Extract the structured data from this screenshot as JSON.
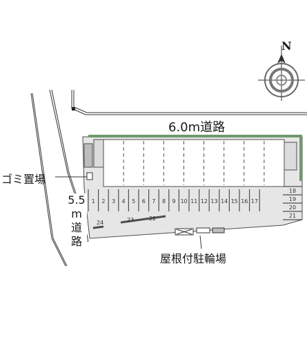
{
  "compass": {
    "north_label": "N",
    "icon": "north-arrow-compass-icon"
  },
  "roads": {
    "top": {
      "label": "6.0m道路"
    },
    "left": {
      "label": "5.5m道路"
    }
  },
  "labels": {
    "garbage": "ゴミ置場",
    "covered_bike_parking": "屋根付駐輪場"
  },
  "parking": {
    "bottom_row": [
      "1",
      "2",
      "3",
      "4",
      "5",
      "6",
      "7",
      "8",
      "9",
      "10",
      "11",
      "12",
      "13",
      "14",
      "15",
      "16",
      "17"
    ],
    "right_column": [
      "18",
      "19",
      "20",
      "21"
    ],
    "angled": [
      "22",
      "23",
      "24"
    ]
  },
  "colors": {
    "lot_fill": "#e6e6e6",
    "building_fill": "#ffffff",
    "line": "#4d4d4d",
    "green_strip": "#6f9a6f"
  }
}
